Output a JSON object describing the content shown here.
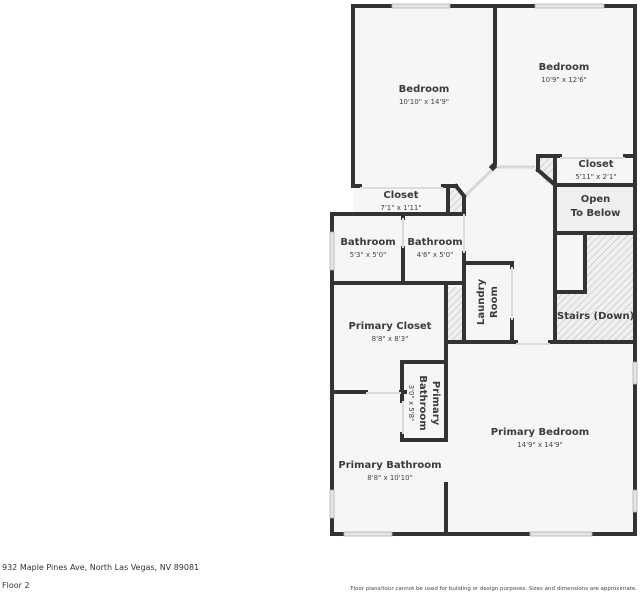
{
  "plan": {
    "floor_color": "#f6f6f6",
    "wall_color": "#333333",
    "hatch_color": "#bdbdbd",
    "rooms": [
      {
        "id": "bedroom-1",
        "name": "Bedroom",
        "dim": "10'10\" x 14'9\""
      },
      {
        "id": "bedroom-2",
        "name": "Bedroom",
        "dim": "10'9\" x 12'6\""
      },
      {
        "id": "closet-1",
        "name": "Closet",
        "dim": "7'1\" x 1'11\""
      },
      {
        "id": "closet-2",
        "name": "Closet",
        "dim": "5'11\" x 2'1\""
      },
      {
        "id": "open-to-below",
        "name": "Open\nTo Below",
        "line1": "Open",
        "line2": "To Below"
      },
      {
        "id": "bathroom-1",
        "name": "Bathroom",
        "dim": "5'3\" x 5'0\""
      },
      {
        "id": "bathroom-2",
        "name": "Bathroom",
        "dim": "4'6\" x 5'0\""
      },
      {
        "id": "laundry-room",
        "name": "Laundry Room",
        "line1": "Laundry",
        "line2": "Room"
      },
      {
        "id": "stairs",
        "name": "Stairs (Down)"
      },
      {
        "id": "primary-closet",
        "name": "Primary Closet",
        "dim": "8'8\" x 8'3\""
      },
      {
        "id": "primary-bathroom-small",
        "name": "Primary Bathroom",
        "line1": "Primary",
        "line2": "Bathroom",
        "dim": "3'0\" x 5'8\""
      },
      {
        "id": "primary-bedroom",
        "name": "Primary Bedroom",
        "dim": "14'9\" x 14'9\""
      },
      {
        "id": "primary-bathroom",
        "name": "Primary Bathroom",
        "dim": "8'8\" x 10'10\""
      }
    ]
  },
  "footer": {
    "address": "932 Maple Pines Ave, North Las Vegas, NV 89081",
    "floor": "Floor 2",
    "disclaimer": "Floor plans/tour cannot be used for building or design purposes. Sizes and dimensions are approximate."
  }
}
